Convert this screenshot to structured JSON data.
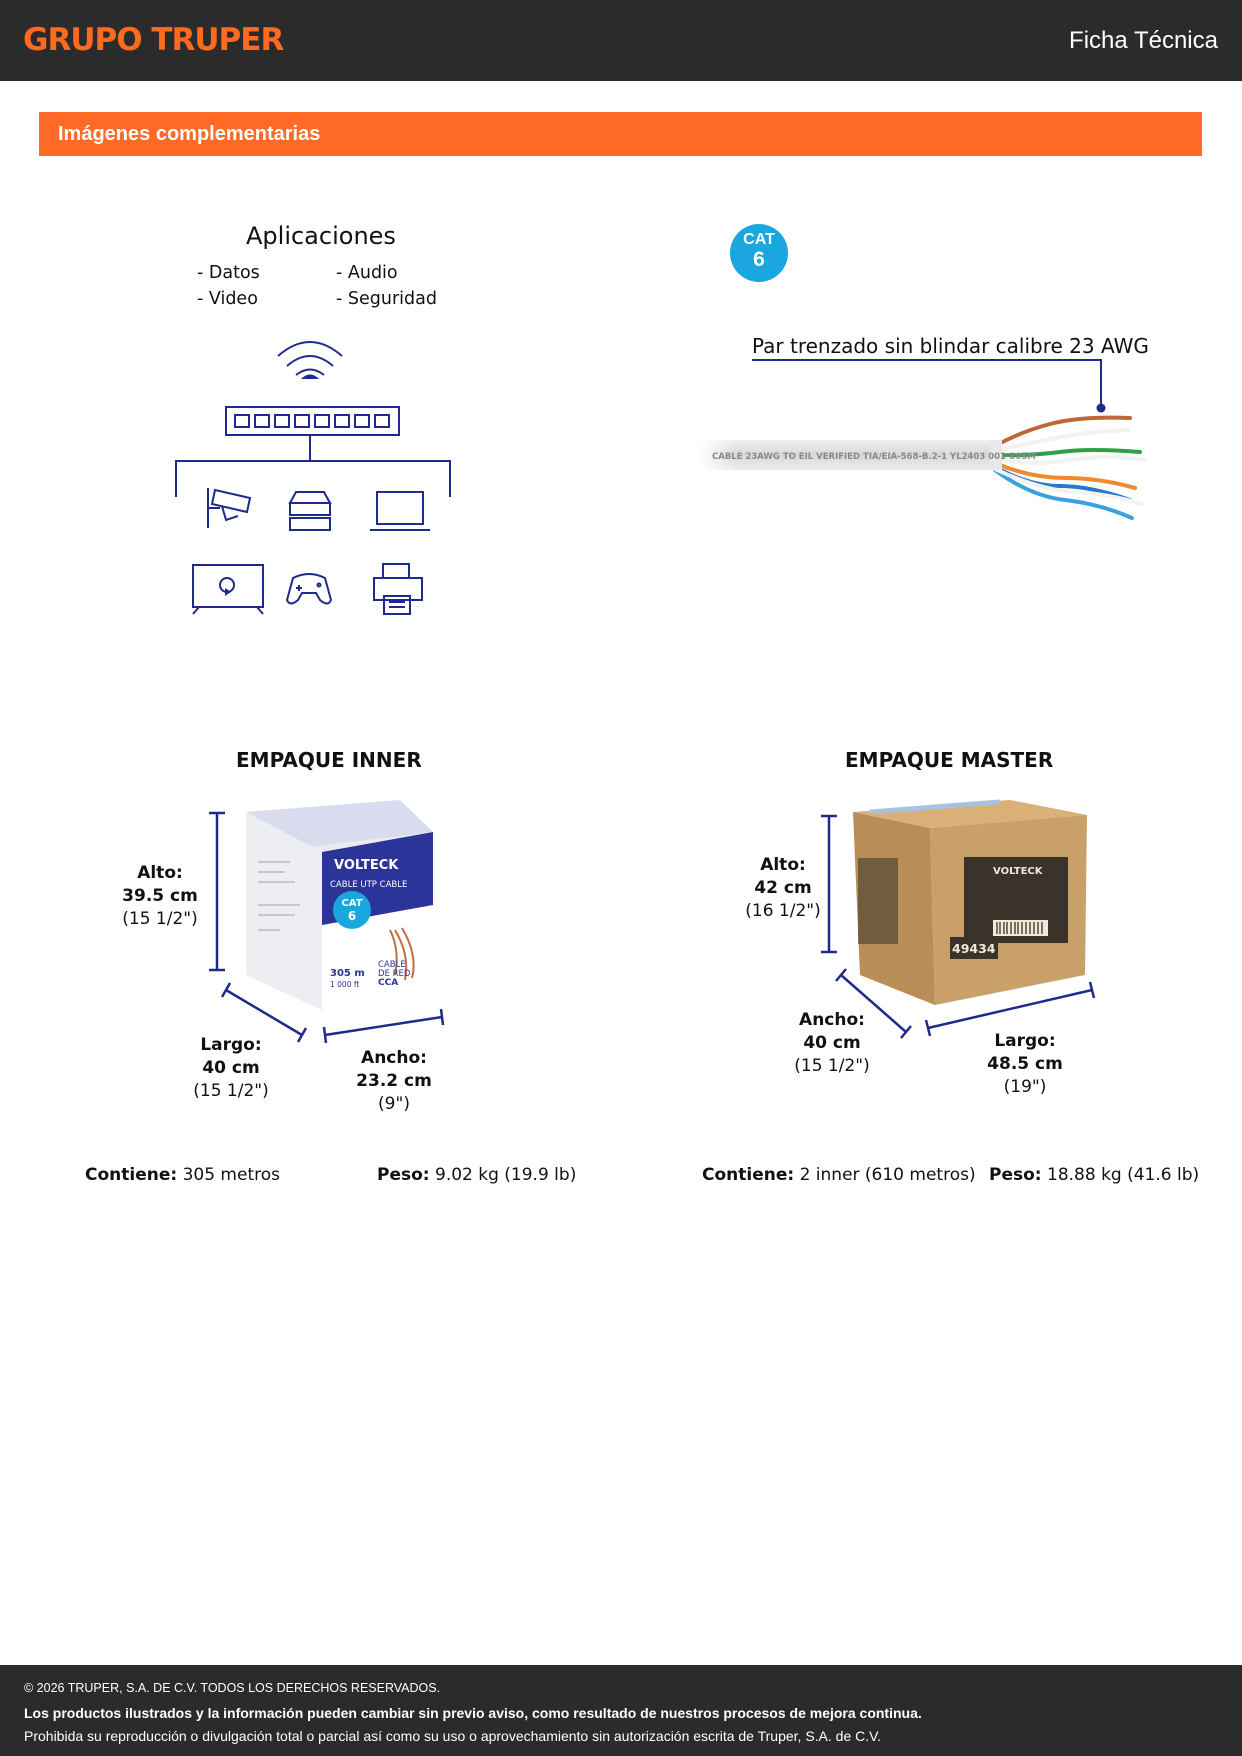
{
  "header": {
    "logo": "GRUPO TRUPER",
    "title": "Ficha Técnica"
  },
  "section": {
    "title": "Imágenes complementarias"
  },
  "applications": {
    "title": "Aplicaciones",
    "items": [
      "- Datos",
      "- Audio",
      "- Video",
      "- Seguridad"
    ]
  },
  "cable": {
    "badge_top": "CAT",
    "badge_bottom": "6",
    "label": "Par trenzado sin blindar calibre 23 AWG",
    "jacket_print": "CABLE 23AWG TO EIL VERIFIED TIA/EIA-568-B.2-1 YL2403 001-305M"
  },
  "inner": {
    "title": "EMPAQUE INNER",
    "alto": [
      "Alto:",
      "39.5 cm",
      "(15 1/2\")"
    ],
    "largo": [
      "Largo:",
      "40 cm",
      "(15 1/2\")"
    ],
    "ancho": [
      "Ancho:",
      "23.2 cm",
      "(9\")"
    ],
    "contiene_label": "Contiene:",
    "contiene_value": " 305 metros",
    "peso_label": "Peso:",
    "peso_value": " 9.02 kg (19.9 lb)",
    "box_brand": "VOLTECK",
    "box_product": "CABLE UTP CABLE",
    "box_cat": "CAT",
    "box_cat_num": "6",
    "box_length": "305 m",
    "box_length_ft": "1 000 ft",
    "box_type_1": "CABLE",
    "box_type_2": "DE RED",
    "box_type_3": "CCA"
  },
  "master": {
    "title": "EMPAQUE MASTER",
    "alto": [
      "Alto:",
      "42 cm",
      "(16 1/2\")"
    ],
    "ancho": [
      "Ancho:",
      "40 cm",
      "(15 1/2\")"
    ],
    "largo": [
      "Largo:",
      "48.5 cm",
      "(19\")"
    ],
    "contiene_label": "Contiene:",
    "contiene_value": " 2 inner (610 metros)",
    "peso_label": "Peso:",
    "peso_value": " 18.88 kg (41.6 lb)",
    "box_brand": "VOLTECK",
    "box_code": "49434"
  },
  "footer": {
    "copyright": "© 2026 TRUPER, S.A. DE C.V. TODOS LOS DERECHOS RESERVADOS.",
    "notice": "Los productos ilustrados y la información pueden cambiar sin previo aviso, como resultado de nuestros procesos de mejora continua.",
    "prohibition": "Prohibida su reproducción o divulgación total o parcial así como su uso o aprovechamiento sin autorización escrita de Truper, S.A. de C.V."
  },
  "colors": {
    "brand_orange": "#ff6a26",
    "dark_bar": "#2b2b2b",
    "icon_navy": "#1e2a8c",
    "cat_blue": "#1aa7e0"
  }
}
